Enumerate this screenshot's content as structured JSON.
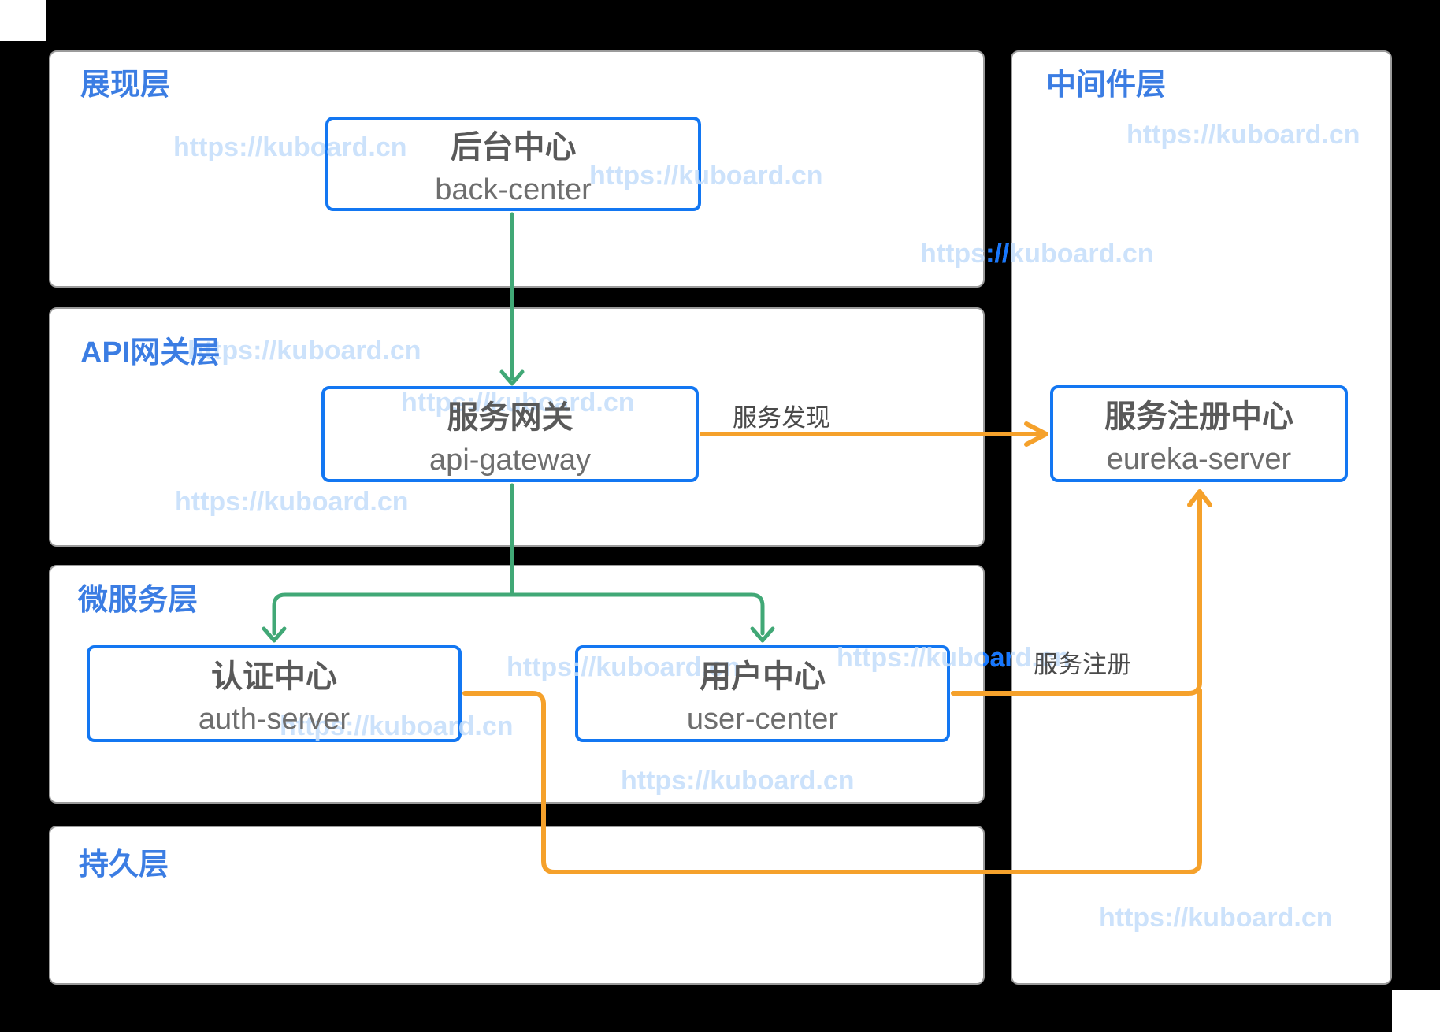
{
  "watermark": {
    "text": "https://kuboard.cn"
  },
  "colors": {
    "page_bg": "#000000",
    "panel_bg": "#FFFFFF",
    "panel_border": "#9B9B9B",
    "box_border": "#1377F2",
    "green_arrow": "#41A876",
    "orange_arrow": "#F5A12B",
    "layer_label": "#3B7DE3",
    "box_title": "#595959",
    "box_subtitle": "#6E6E6E",
    "edge_label": "#4A4A4A",
    "watermark_light": "#D9E8FB",
    "watermark_bright": "#1677FF"
  },
  "layers": {
    "presentation": {
      "label": "展现层"
    },
    "api_gateway": {
      "label": "API网关层"
    },
    "microservice": {
      "label": "微服务层"
    },
    "persistence": {
      "label": "持久层"
    },
    "middleware": {
      "label": "中间件层"
    }
  },
  "boxes": {
    "back_center": {
      "title": "后台中心",
      "subtitle": "back-center"
    },
    "api_gateway": {
      "title": "服务网关",
      "subtitle": "api-gateway"
    },
    "eureka_server": {
      "title": "服务注册中心",
      "subtitle": "eureka-server"
    },
    "auth_server": {
      "title": "认证中心",
      "subtitle": "auth-server"
    },
    "user_center": {
      "title": "用户中心",
      "subtitle": "user-center"
    }
  },
  "edges": {
    "service_discovery": {
      "label": "服务发现"
    },
    "service_registration": {
      "label": "服务注册"
    }
  }
}
